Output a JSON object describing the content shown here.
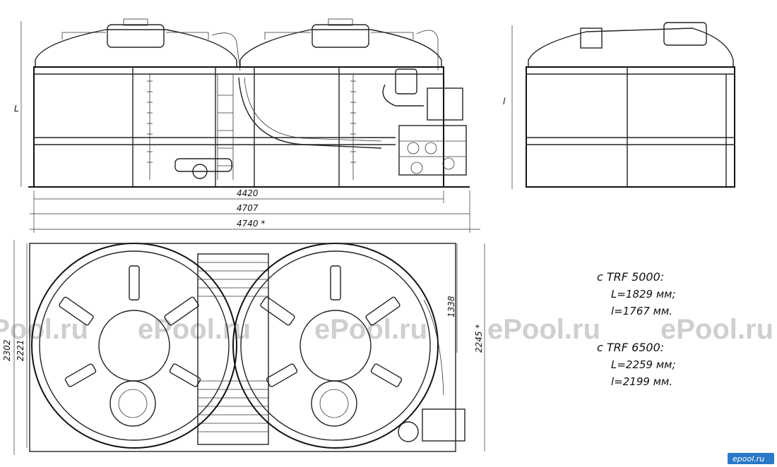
{
  "dimensions": {
    "len_4420": "4420",
    "len_4707": "4707",
    "len_4740": "4740 *",
    "height_L": "L",
    "height_l": "l",
    "plan_2302": "2302",
    "plan_2221": "2221",
    "plan_2245": "2245 *",
    "plan_1338": "1338"
  },
  "notes": {
    "trf5000_title": "c  TRF 5000:",
    "trf5000_L": "L=1829 мм;",
    "trf5000_l": "l=1767 мм.",
    "trf6500_title": "c  TRF 6500:",
    "trf6500_L": "L=2259 мм;",
    "trf6500_l": "l=2199 мм."
  },
  "watermark": {
    "text": "ePool.ru"
  },
  "brand": {
    "text": "epool.ru",
    "color": "#2a78c8"
  }
}
